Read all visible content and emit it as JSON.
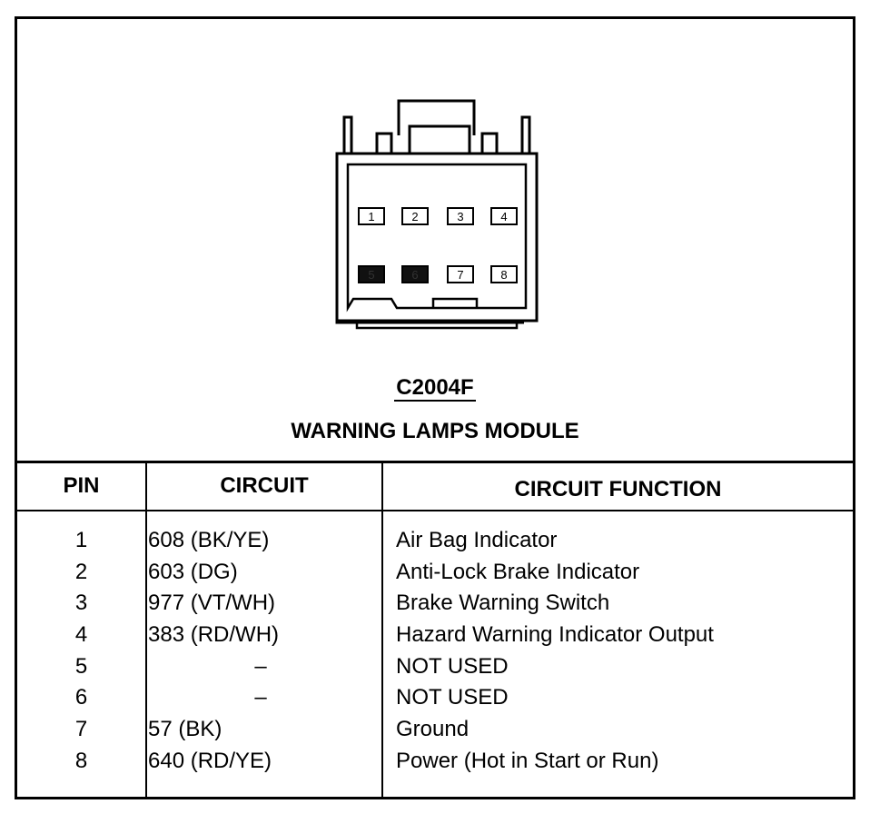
{
  "connector": {
    "id": "C2004F",
    "name": "WARNING LAMPS MODULE",
    "cavities": [
      {
        "label": "1",
        "filled": false
      },
      {
        "label": "2",
        "filled": false
      },
      {
        "label": "3",
        "filled": false
      },
      {
        "label": "4",
        "filled": false
      },
      {
        "label": "5",
        "filled": true
      },
      {
        "label": "6",
        "filled": true
      },
      {
        "label": "7",
        "filled": false
      },
      {
        "label": "8",
        "filled": false
      }
    ]
  },
  "table": {
    "headers": {
      "pin": "PIN",
      "circuit": "CIRCUIT",
      "function": "CIRCUIT FUNCTION"
    },
    "rows": [
      {
        "pin": "1",
        "circuit": "608 (BK/YE)",
        "function": "Air Bag Indicator"
      },
      {
        "pin": "2",
        "circuit": "603 (DG)",
        "function": "Anti-Lock Brake Indicator"
      },
      {
        "pin": "3",
        "circuit": "977 (VT/WH)",
        "function": "Brake Warning Switch"
      },
      {
        "pin": "4",
        "circuit": "383 (RD/WH)",
        "function": "Hazard Warning Indicator Output"
      },
      {
        "pin": "5",
        "circuit": "–",
        "function": "NOT USED"
      },
      {
        "pin": "6",
        "circuit": "–",
        "function": "NOT USED"
      },
      {
        "pin": "7",
        "circuit": "57 (BK)",
        "function": "Ground"
      },
      {
        "pin": "8",
        "circuit": "640 (RD/YE)",
        "function": "Power (Hot in Start or Run)"
      }
    ]
  }
}
